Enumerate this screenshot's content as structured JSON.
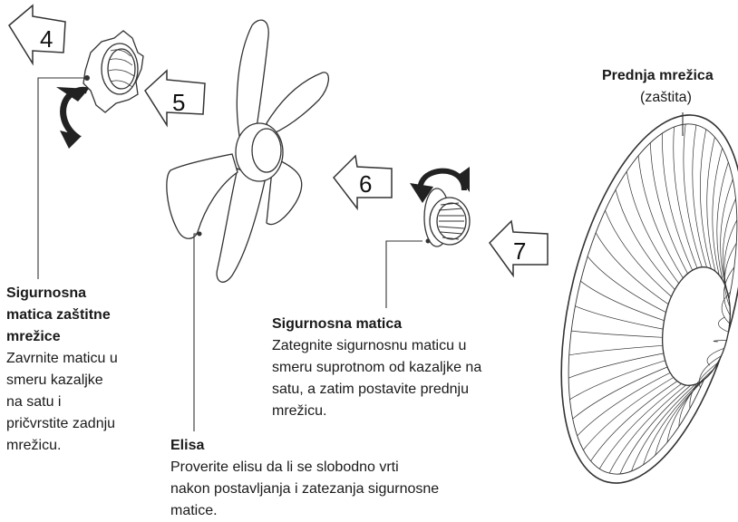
{
  "steps": [
    "4",
    "5",
    "6",
    "7"
  ],
  "labels": {
    "front_guard_title": "Prednja mrežica",
    "front_guard_sub": "(zaštita)",
    "guard_nut_title_lines": [
      "Sigurnosna",
      "matica zaštitne",
      "mrežice"
    ],
    "guard_nut_desc_lines": [
      "Zavrnite maticu u",
      "smeru kazaljke",
      "na satu i",
      "pričvrstite zadnju",
      "mrežicu."
    ],
    "safety_nut_title": "Sigurnosna matica",
    "safety_nut_desc_lines": [
      "Zategnite sigurnosnu maticu u",
      "smeru suprotnom od kazaljke na",
      "satu, a zatim postavite prednju",
      "mrežicu."
    ],
    "blade_title": "Elisa",
    "blade_desc_lines": [
      "Proverite elisu da li se slobodno vrti",
      "nakon postavljanja i zatezanja sigurnosne",
      "matice."
    ]
  },
  "colors": {
    "line": "#333333",
    "fill": "#ffffff",
    "text": "#1a1a1a"
  }
}
